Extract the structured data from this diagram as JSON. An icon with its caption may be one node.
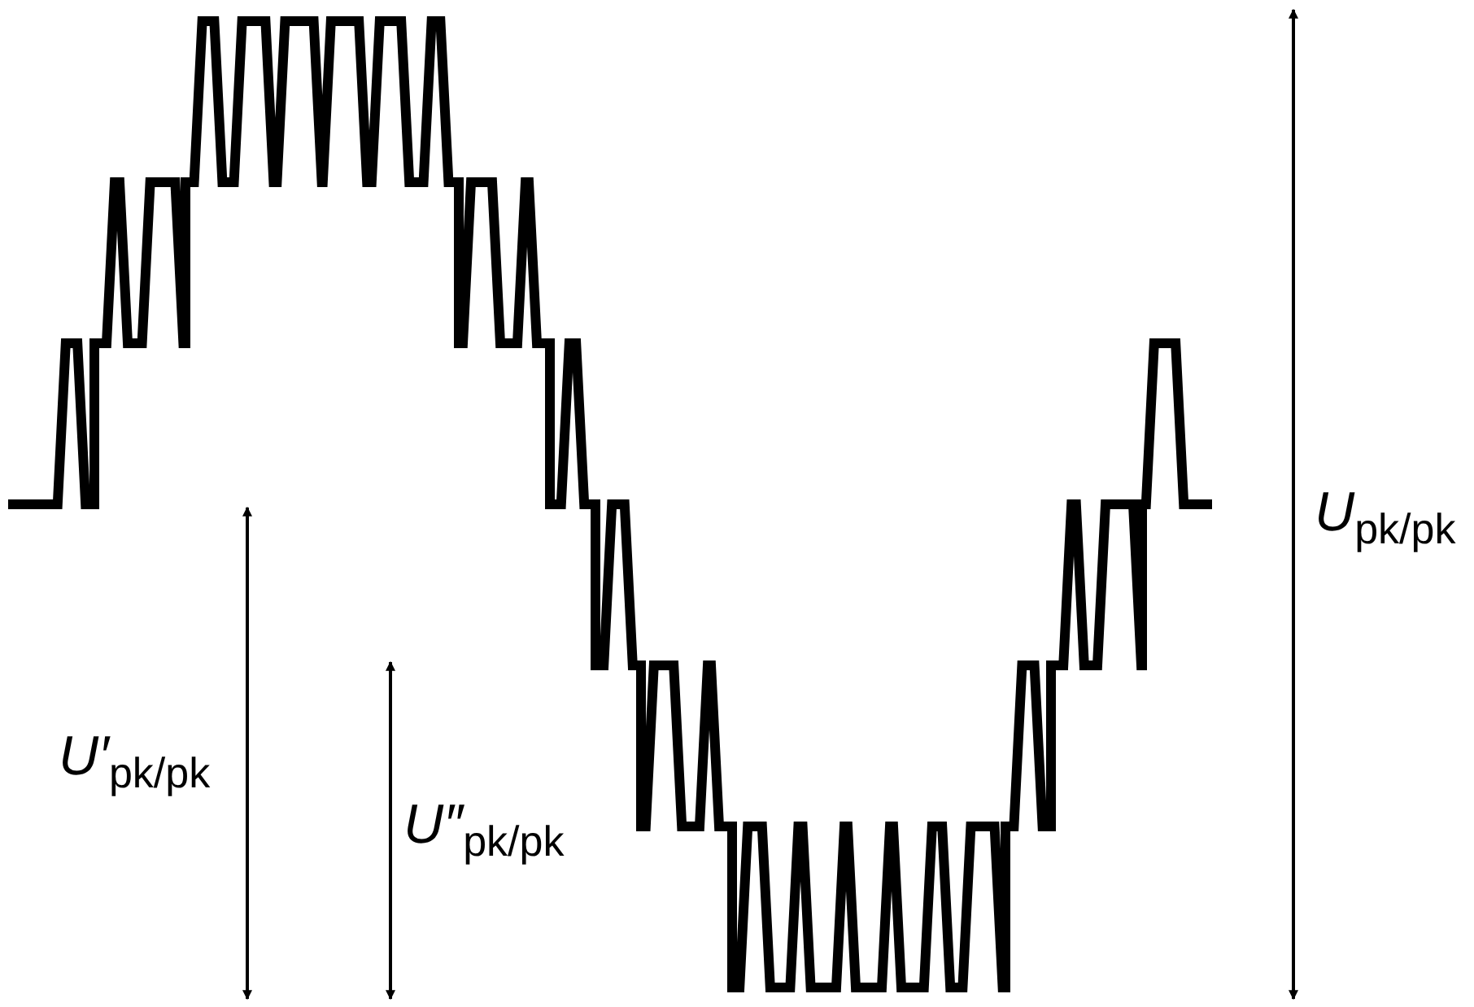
{
  "diagram": {
    "labels": [
      "*U*$_{pk/pk}$",
      "*U′*$_{pk/pk}$",
      "*U″*$_{pk/pk}$"
    ]
  }
}
